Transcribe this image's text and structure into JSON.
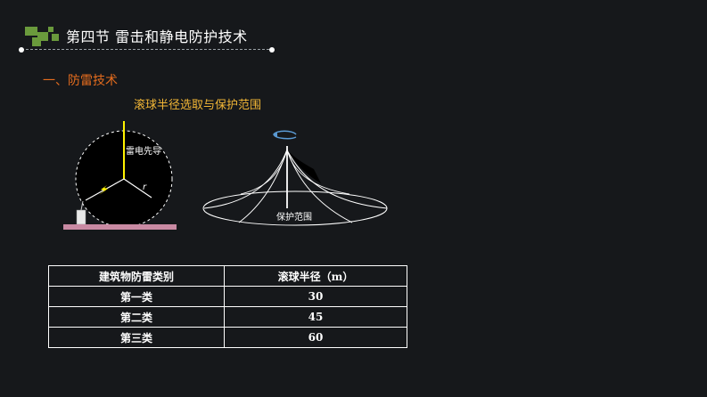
{
  "header": {
    "section_title": "第四节  雷击和静电防护技术"
  },
  "content": {
    "subheading": "一、防雷技术",
    "figure_caption": "滚球半径选取与保护范围",
    "diagram_left": {
      "leader_label": "雷电先导",
      "radius_label": "r"
    },
    "diagram_right": {
      "zone_label": "保护范围"
    }
  },
  "table": {
    "headers": [
      "建筑物防雷类别",
      "滚球半径（m）"
    ],
    "rows": [
      [
        "第一类",
        "30"
      ],
      [
        "第二类",
        "45"
      ],
      [
        "第三类",
        "60"
      ]
    ]
  },
  "colors": {
    "background": "#16181b",
    "accent_green": "#6a9a3c",
    "subheading_orange": "#e46c1e",
    "caption_gold": "#f2b636",
    "ground_pink": "#c98aa3",
    "rotation_arrow_blue": "#5b9bd5"
  }
}
